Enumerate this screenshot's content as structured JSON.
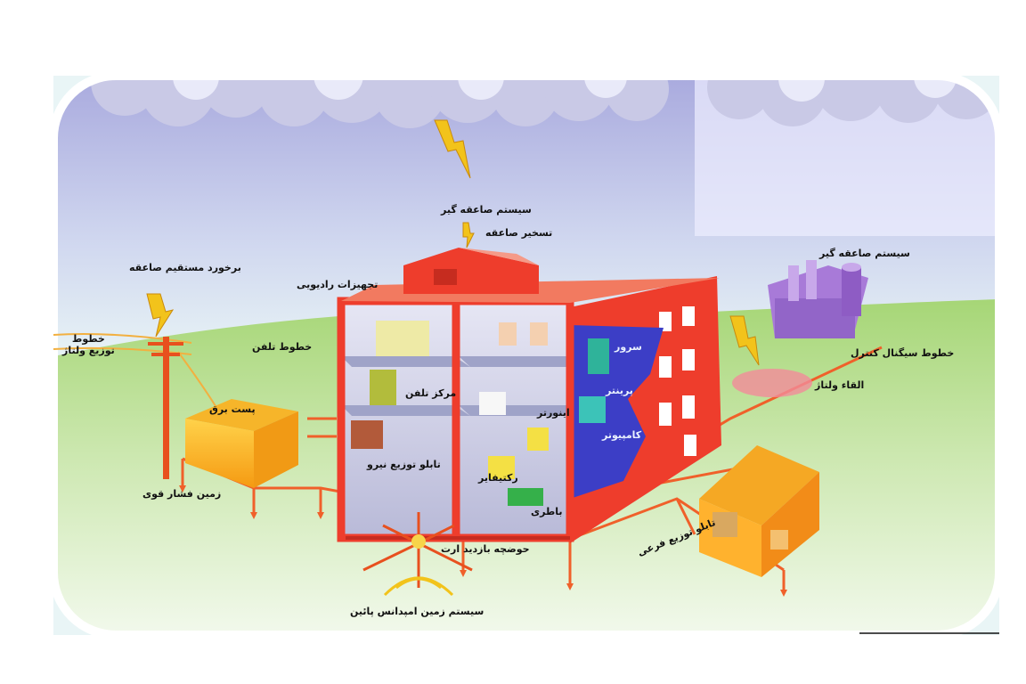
{
  "labels": {
    "lightning_system_top": "سیستم صاعقه گیر",
    "lightning_catcher": "تسخیر صاعقه",
    "direct_strike": "برخورد مستقیم صاعقه",
    "radio_equipment": "تجهیزات رادیویی",
    "distribution_lines": "خطوط\nتوزیع ولتاژ",
    "phone_lines": "خطوط تلفن",
    "substation": "پست برق",
    "phone_center": "مرکز تلفن",
    "power_panel": "تابلو توزیع نیرو",
    "high_voltage_earth": "زمین فشار قوی",
    "server": "سرور",
    "printer": "پرینتر",
    "inverter": "اینورتر",
    "computer": "کامپیوتر",
    "rectifier": "رکتیفایر",
    "battery": "باطری",
    "lightning_system_right": "سیستم صاعقه گیر",
    "control_signal_lines": "خطوط سیگنال کنترل",
    "induced_voltage": "القاء ولتاژ",
    "sub_panel": "تابلو توزیع فرعی",
    "earth_inspection_pit": "حوضچه بازدید ارت",
    "low_impedance_earth": "سیستم زمین امپدانس پائین"
  },
  "colors": {
    "sky_top": "#aeb0e0",
    "sky_bottom": "#e8f4f8",
    "grass": "#a8d878",
    "building_red": "#ee3d2c",
    "building_dark": "#c62c1f",
    "ground_wire": "#f0602a",
    "lightning": "#f2c31b",
    "substation": "#ffb424",
    "factory": "#9b6fd0",
    "server_blue": "#3c3ec6"
  }
}
